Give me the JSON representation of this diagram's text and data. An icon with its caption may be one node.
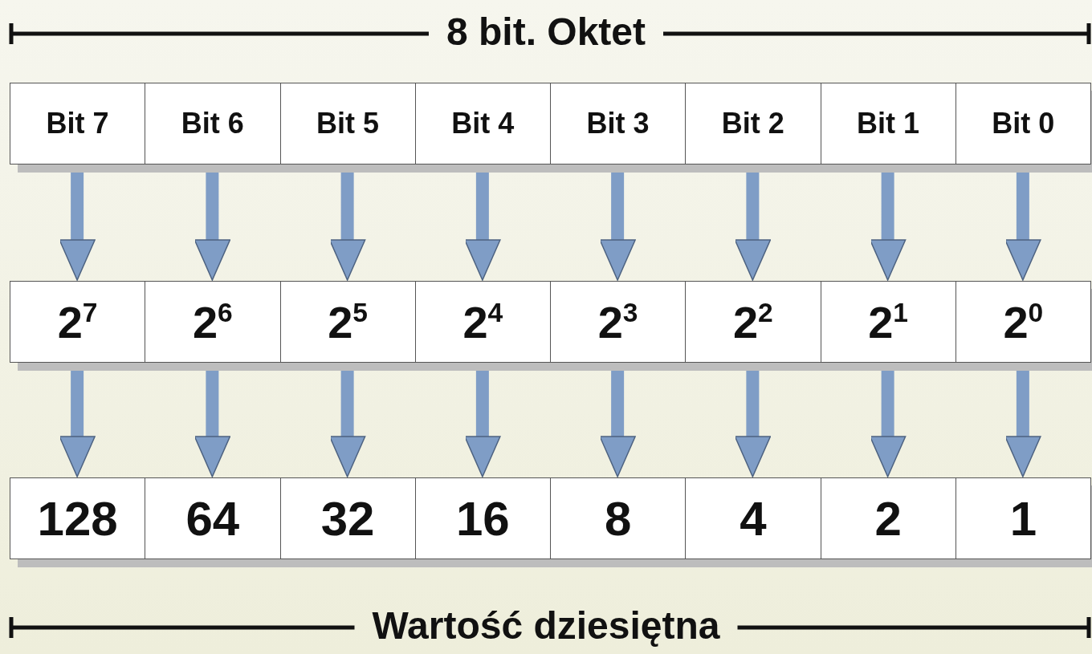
{
  "diagram": {
    "nodes": [
      {
        "text": [
          "Bit 7"
        ]
      },
      {
        "text": [
          "Bit 6"
        ]
      },
      {
        "text": [
          "Bit 5"
        ]
      },
      {
        "text": [
          "Bit 4"
        ]
      },
      {
        "text": [
          "Bit 3"
        ]
      },
      {
        "text": [
          "Bit 2"
        ]
      },
      {
        "text": [
          "Bit 1"
        ]
      },
      {
        "text": [
          "Bit 0"
        ]
      },
      {
        "text": [
          "2$^{7}$"
        ]
      },
      {
        "text": [
          "2$^{6}$"
        ]
      },
      {
        "text": [
          "2$^{5}$"
        ]
      },
      {
        "text": [
          "2$^{4}$"
        ]
      },
      {
        "text": [
          "2$^{3}$"
        ]
      },
      {
        "text": [
          "2$^{2}$"
        ]
      },
      {
        "text": [
          "2$^{1}$"
        ]
      },
      {
        "text": [
          "2$^{0}$"
        ]
      },
      {
        "text": [
          "128"
        ]
      },
      {
        "text": [
          "64"
        ]
      },
      {
        "text": [
          "32"
        ]
      },
      {
        "text": [
          "16"
        ]
      },
      {
        "text": [
          "8"
        ]
      },
      {
        "text": [
          "4"
        ]
      },
      {
        "text": [
          "2"
        ]
      },
      {
        "text": [
          "1"
        ]
      }
    ],
    "edges": [
      {
        "from": 0,
        "to": 8,
        "arrow": "to"
      },
      {
        "from": 1,
        "to": 9,
        "arrow": "to"
      },
      {
        "from": 2,
        "to": 10,
        "arrow": "to"
      },
      {
        "from": 3,
        "to": 11,
        "arrow": "to"
      },
      {
        "from": 4,
        "to": 12,
        "arrow": "to"
      },
      {
        "from": 5,
        "to": 13,
        "arrow": "to"
      },
      {
        "from": 6,
        "to": 14,
        "arrow": "to"
      },
      {
        "from": 7,
        "to": 15,
        "arrow": "to"
      },
      {
        "from": 8,
        "to": 16,
        "arrow": "to"
      },
      {
        "from": 9,
        "to": 17,
        "arrow": "to"
      },
      {
        "from": 10,
        "to": 18,
        "arrow": "to"
      },
      {
        "from": 11,
        "to": 19,
        "arrow": "to"
      },
      {
        "from": 12,
        "to": 20,
        "arrow": "to"
      },
      {
        "from": 13,
        "to": 21,
        "arrow": "to"
      },
      {
        "from": 14,
        "to": 22,
        "arrow": "to"
      },
      {
        "from": 15,
        "to": 23,
        "arrow": "to"
      }
    ],
    "labels": [
      "8 bit. Oktet",
      "Wartość dziesiętna"
    ]
  }
}
